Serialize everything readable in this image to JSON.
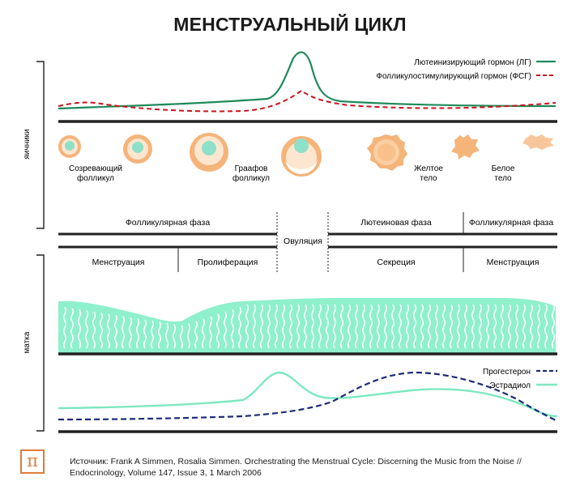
{
  "title": "МЕНСТРУАЛЬНЫЙ ЦИКЛ",
  "side_labels": {
    "ovaries": "яичники",
    "uterus": "матка"
  },
  "hormones_top": {
    "lh": {
      "label": "Лютеинизирующий гормон (ЛГ)",
      "color": "#1e8a5a"
    },
    "fsh": {
      "label": "Фолликулостимулирующий гормон (ФСГ)",
      "color": "#c8141e"
    }
  },
  "follicles": [
    {
      "label_line1": "",
      "label_line2": ""
    },
    {
      "label_line1": "Созревающий",
      "label_line2": "фолликул"
    },
    {
      "label_line1": "Граафов",
      "label_line2": "фолликул"
    },
    {
      "label_line1": "",
      "label_line2": ""
    },
    {
      "label_line1": "Желтое",
      "label_line2": "тело"
    },
    {
      "label_line1": "Белое",
      "label_line2": "тело"
    }
  ],
  "ovarian_phases": {
    "follicular_1": "Фолликулярная фаза",
    "ovulation": "Овуляция",
    "luteal": "Лютеиновая фаза",
    "follicular_2": "Фолликулярная фаза"
  },
  "uterine_phases": {
    "menstruation_1": "Менструация",
    "proliferation": "Пролиферация",
    "secretion": "Секреция",
    "menstruation_2": "Менструация"
  },
  "hormones_bottom": {
    "progesterone": {
      "label": "Прогестерон",
      "color": "#1c2a78"
    },
    "estradiol": {
      "label": "Эстрадиол",
      "color": "#7ee8c0"
    }
  },
  "colors": {
    "follicle": "#f5b47a",
    "follicle_inner": "#fde6cf",
    "follicle_core": "#8fe0c8",
    "endometrium": "#8ff0cc"
  },
  "logo_glyph": "π",
  "source_line1": "Источник: Frank A Simmen, Rosalia Simmen. Orchestrating the Menstrual Cycle: Discerning the Music from the Noise //",
  "source_line2": "Endocrinology, Volume 147, Issue 3, 1 March 2006"
}
